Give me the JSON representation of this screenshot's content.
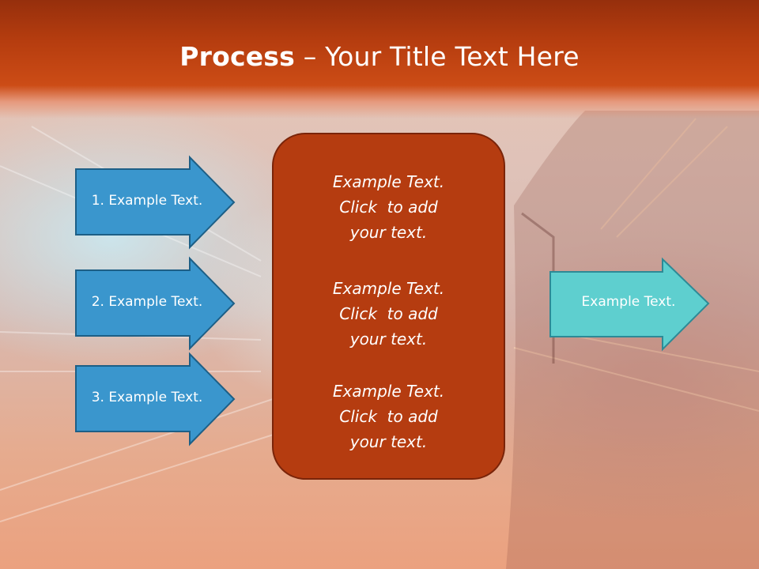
{
  "slide": {
    "title_bold": "Process",
    "title_dash": " – ",
    "title_rest": "Your Title Text Here"
  },
  "left_arrows": [
    {
      "label": "1. Example Text."
    },
    {
      "label": "2. Example Text."
    },
    {
      "label": "3. Example Text."
    }
  ],
  "center_box": {
    "blocks": [
      {
        "lines": [
          "Example Text.",
          "Click  to add",
          "your text."
        ]
      },
      {
        "lines": [
          "Example Text.",
          "Click  to add",
          "your text."
        ]
      },
      {
        "lines": [
          "Example Text.",
          "Click  to add",
          "your text."
        ]
      }
    ]
  },
  "right_arrow": {
    "label": "Example Text."
  },
  "colors": {
    "header": "#c4450f",
    "left_arrow_fill": "#3a96cd",
    "left_arrow_border": "#1d5f86",
    "center_box_fill": "#b53c10",
    "center_box_border": "#7a2409",
    "right_arrow_fill": "#5ecfcf",
    "right_arrow_border": "#2d8a96"
  }
}
